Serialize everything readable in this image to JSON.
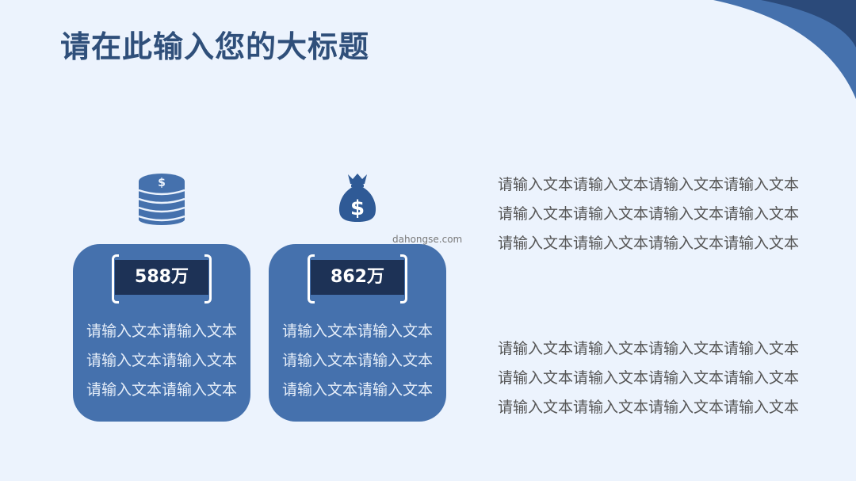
{
  "slide": {
    "title": "请在此输入您的大标题",
    "watermark": "dahongse.com"
  },
  "colors": {
    "background": "#ecf3fd",
    "accent": "#4571ad",
    "dark": "#1d3256",
    "title": "#2f4f7a"
  },
  "cards": [
    {
      "icon": "coin-stack-icon",
      "value": "588万",
      "lines": [
        "请输入文本请输入文本",
        "请输入文本请输入文本",
        "请输入文本请输入文本"
      ]
    },
    {
      "icon": "money-bag-icon",
      "value": "862万",
      "lines": [
        "请输入文本请输入文本",
        "请输入文本请输入文本",
        "请输入文本请输入文本"
      ]
    }
  ],
  "paragraphs": [
    {
      "lines": [
        "请输入文本请输入文本请输入文本请输入文本",
        "请输入文本请输入文本请输入文本请输入文本",
        "请输入文本请输入文本请输入文本请输入文本"
      ]
    },
    {
      "lines": [
        "请输入文本请输入文本请输入文本请输入文本",
        "请输入文本请输入文本请输入文本请输入文本",
        "请输入文本请输入文本请输入文本请输入文本"
      ]
    }
  ]
}
